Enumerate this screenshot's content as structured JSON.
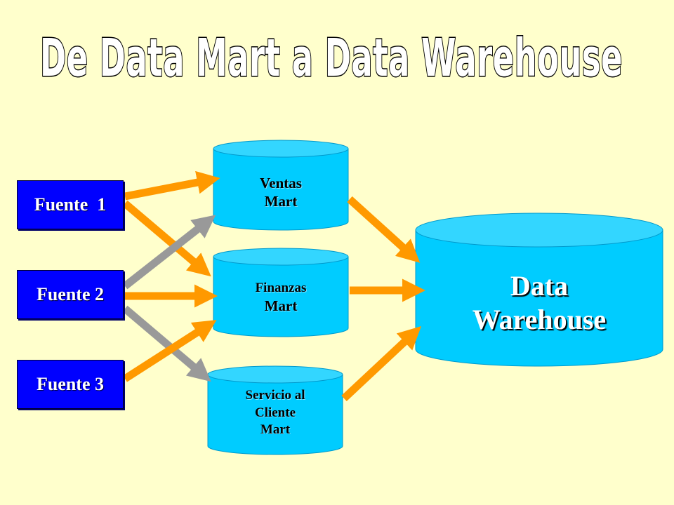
{
  "title": "De Data Mart a Data Warehouse",
  "sources": [
    {
      "id": "fuente-1",
      "label": "Fuente  1"
    },
    {
      "id": "fuente-2",
      "label": "Fuente 2"
    },
    {
      "id": "fuente-3",
      "label": "Fuente 3"
    }
  ],
  "marts": [
    {
      "id": "ventas-mart",
      "lines": [
        "Ventas",
        "Mart"
      ]
    },
    {
      "id": "finanzas-mart",
      "lines": [
        "Finanzas",
        "Mart"
      ]
    },
    {
      "id": "servicio-mart",
      "lines": [
        "Servicio al",
        "Cliente",
        "Mart"
      ]
    }
  ],
  "warehouse": {
    "lines": [
      "Data",
      "Warehouse"
    ]
  },
  "connections": [
    {
      "from": "fuente-1",
      "to": "ventas-mart",
      "color": "#ff9900"
    },
    {
      "from": "fuente-1",
      "to": "finanzas-mart",
      "color": "#ff9900"
    },
    {
      "from": "fuente-2",
      "to": "ventas-mart",
      "color": "#999999"
    },
    {
      "from": "fuente-2",
      "to": "finanzas-mart",
      "color": "#ff9900"
    },
    {
      "from": "fuente-2",
      "to": "servicio-mart",
      "color": "#999999"
    },
    {
      "from": "fuente-3",
      "to": "finanzas-mart",
      "color": "#ff9900"
    },
    {
      "from": "ventas-mart",
      "to": "data-warehouse",
      "color": "#ff9900"
    },
    {
      "from": "finanzas-mart",
      "to": "data-warehouse",
      "color": "#ff9900"
    },
    {
      "from": "servicio-mart",
      "to": "data-warehouse",
      "color": "#ff9900"
    }
  ],
  "colors": {
    "background": "#ffffcc",
    "source_fill": "#0000ff",
    "cylinder_fill": "#00ccff",
    "arrow_orange": "#ff9900",
    "arrow_gray": "#999999"
  }
}
